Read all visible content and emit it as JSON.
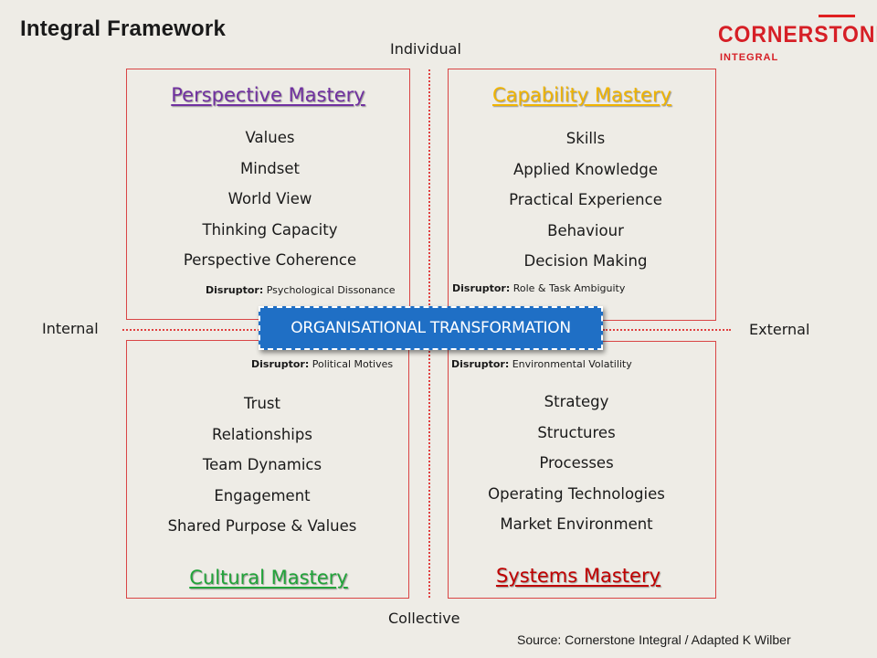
{
  "title": "Integral Framework",
  "logo": {
    "name": "CORNERSTONE",
    "sub": "INTEGRAL",
    "color": "#d61f26"
  },
  "axes": {
    "top": "Individual",
    "bottom": "Collective",
    "left": "Internal",
    "right": "External"
  },
  "center": "ORGANISATIONAL TRANSFORMATION",
  "quadrants": {
    "tl": {
      "title": "Perspective  Mastery",
      "color": "#7030a0",
      "items": [
        "Values",
        "Mindset",
        "World View",
        "Thinking Capacity",
        "Perspective Coherence"
      ],
      "disruptor_label": "Disruptor:",
      "disruptor": "Psychological Dissonance"
    },
    "tr": {
      "title": "Capability Mastery",
      "color": "#f0b400",
      "items": [
        "Skills",
        "Applied Knowledge",
        "Practical Experience",
        "Behaviour",
        "Decision Making"
      ],
      "disruptor_label": "Disruptor:",
      "disruptor": "Role & Task Ambiguity"
    },
    "bl": {
      "title": "Cultural Mastery",
      "color": "#22a33a",
      "items": [
        "Trust",
        "Relationships",
        "Team Dynamics",
        "Engagement",
        "Shared Purpose & Values"
      ],
      "disruptor_label": "Disruptor:",
      "disruptor": "Political Motives"
    },
    "br": {
      "title": "Systems Mastery",
      "color": "#c00000",
      "items": [
        "Strategy",
        "Structures",
        "Processes",
        "Operating Technologies",
        "Market Environment"
      ],
      "disruptor_label": "Disruptor:",
      "disruptor": "Environmental Volatility"
    }
  },
  "source": "Source: Cornerstone Integral  / Adapted K Wilber"
}
